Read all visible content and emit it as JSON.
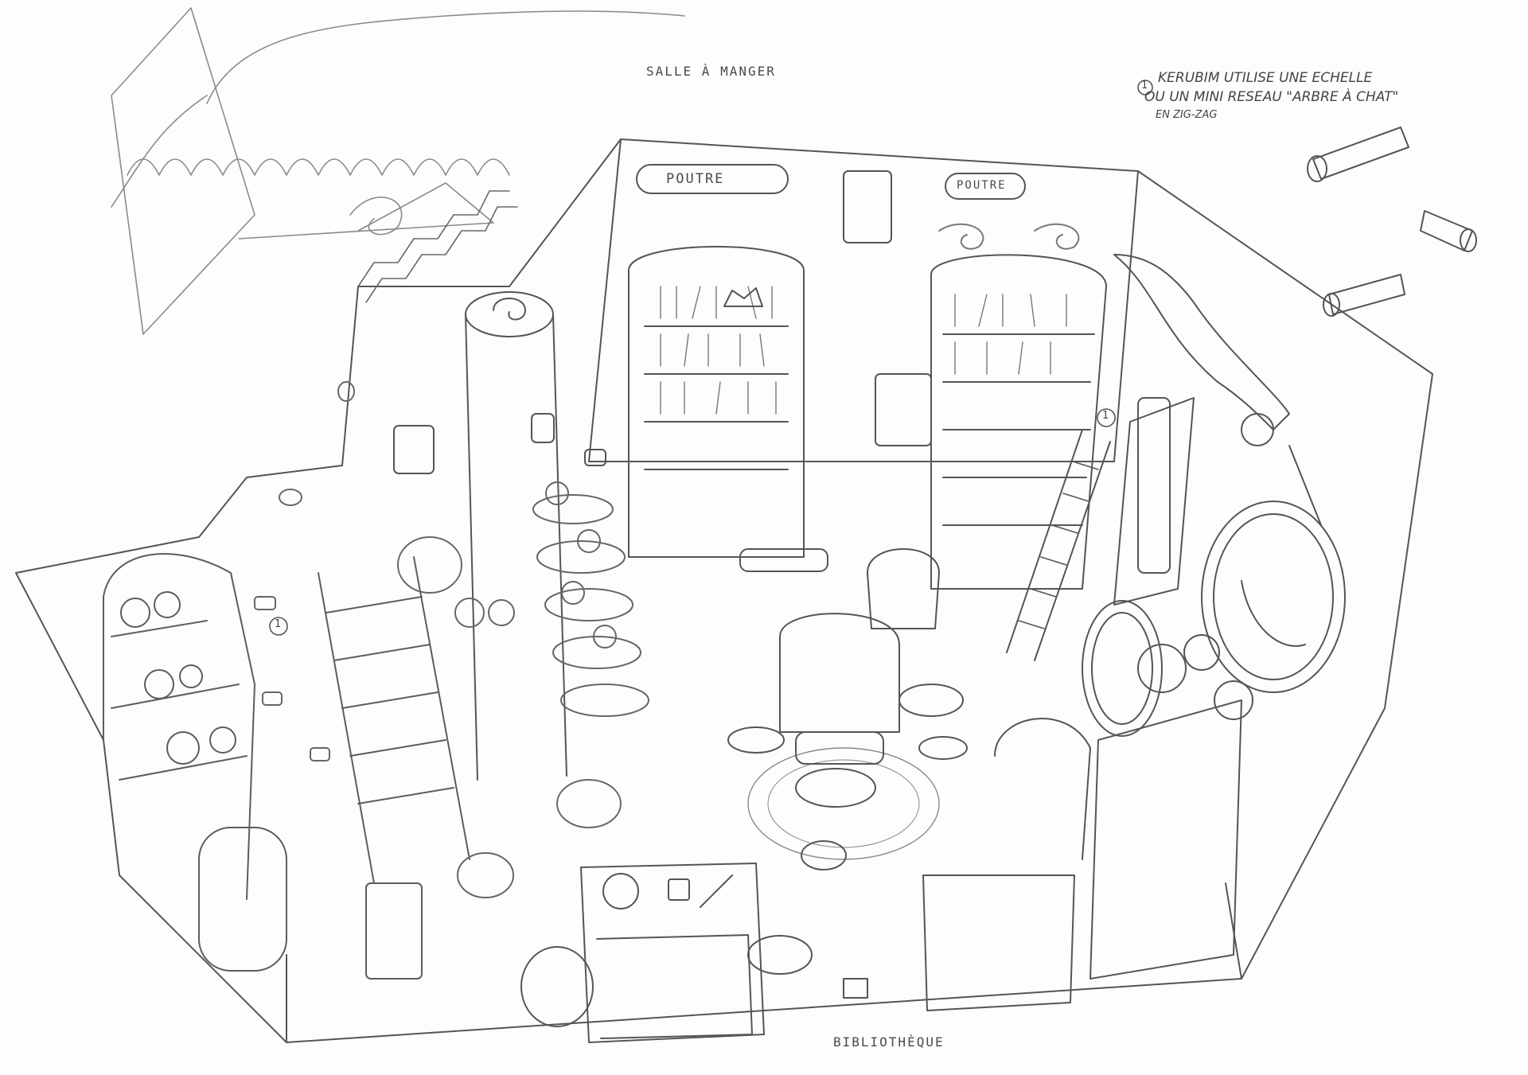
{
  "labels": {
    "top_room": "SALLE À MANGER",
    "bottom_room": "BIBLIOTHÈQUE",
    "beam_left": "POUTRE",
    "beam_right": "POUTRE"
  },
  "note": {
    "marker": "1",
    "line1": "KERUBIM UTILISE UNE ECHELLE",
    "line2": "OU UN MINI RESEAU \"ARBRE À CHAT\"",
    "line3": "EN ZIG-ZAG"
  },
  "markers": [
    "1",
    "1"
  ],
  "colors": {
    "pencil": "#555555",
    "paper": "#fdfdfb"
  }
}
